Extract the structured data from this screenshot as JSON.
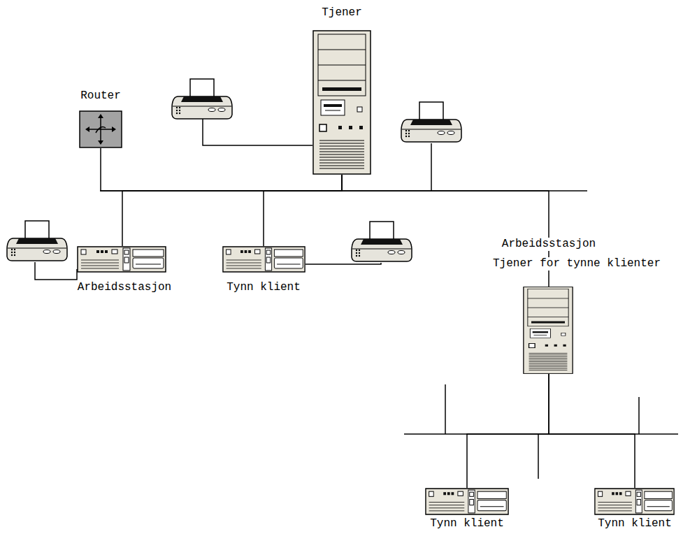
{
  "diagram": {
    "nodes": [
      {
        "text": [
          "Tjener"
        ]
      },
      {
        "text": [
          "Router"
        ]
      },
      {
        "text": [
          "Arbeidsstasjon"
        ]
      },
      {
        "text": [
          "Tynn klient"
        ]
      },
      {
        "text": [
          "Arbeidsstasjon",
          "Tjener for tynne klienter"
        ]
      },
      {
        "text": [
          "Tynn klient"
        ]
      },
      {
        "text": [
          "Tynn klient"
        ]
      }
    ],
    "edges": [
      {
        "from": 0,
        "to": 1,
        "arrow": "none"
      },
      {
        "from": 0,
        "to": 2,
        "arrow": "none"
      },
      {
        "from": 0,
        "to": 3,
        "arrow": "none"
      },
      {
        "from": 0,
        "to": 4,
        "arrow": "none"
      },
      {
        "from": 4,
        "to": 5,
        "arrow": "none"
      },
      {
        "from": 4,
        "to": 6,
        "arrow": "none"
      }
    ]
  }
}
